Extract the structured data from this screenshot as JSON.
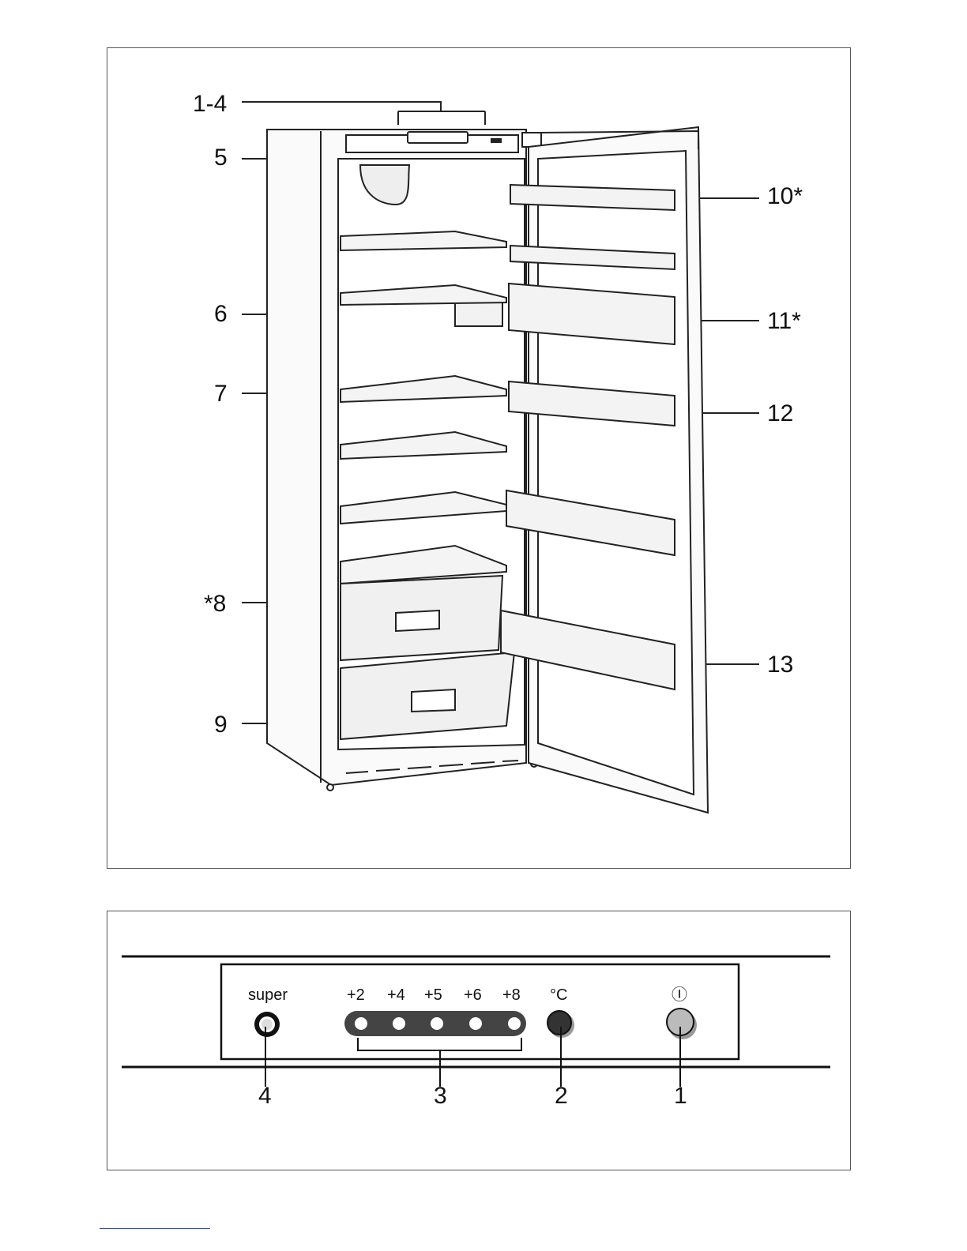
{
  "figure1": {
    "callouts": {
      "c1_4": "1-4",
      "c5": "5",
      "c6": "6",
      "c7": "7",
      "c8": "*8",
      "c9": "9",
      "c10": "10*",
      "c11": "11*",
      "c12": "12",
      "c13": "13"
    }
  },
  "figure2": {
    "labels": {
      "super": "super",
      "t1": "+2",
      "t2": "+4",
      "t3": "+5",
      "t4": "+6",
      "t5": "+8",
      "unit": "°C",
      "power": "Ⓘ"
    },
    "callouts": {
      "n4": "4",
      "n3": "3",
      "n2": "2",
      "n1": "1"
    }
  }
}
